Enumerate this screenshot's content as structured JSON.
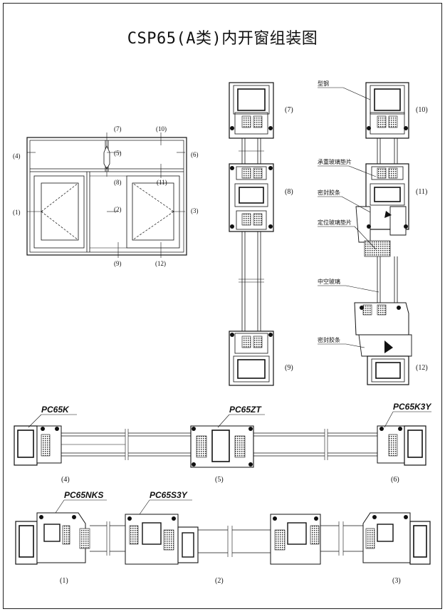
{
  "title": "CSP65(A类)内开窗组装图",
  "window_labels": {
    "l1": "(1)",
    "l2": "(2)",
    "l3": "(3)",
    "l4": "(4)",
    "l5": "(5)",
    "l6": "(6)",
    "l7": "(7)",
    "l8": "(8)",
    "l9": "(9)",
    "l10": "(10)",
    "l11": "(11)",
    "l12": "(12)"
  },
  "vertical_section_labels": {
    "l7": "(7)",
    "l8": "(8)",
    "l9": "(9)",
    "l10": "(10)",
    "l11": "(11)",
    "l12": "(12)"
  },
  "callouts": {
    "steel": "型钢",
    "load_pad": "承重玻璃垫片",
    "seal_strip_top": "密封胶条",
    "position_pad": "定位玻璃垫片",
    "insulated_glass": "中空玻璃",
    "seal_strip_bottom": "密封胶条"
  },
  "models": {
    "m1": "PC65K",
    "m2": "PC65ZT",
    "m3": "PC65K3Y",
    "m4": "PC65NKS",
    "m5": "PC65S3Y"
  },
  "row1_labels": {
    "l4": "(4)",
    "l5": "(5)",
    "l6": "(6)"
  },
  "row2_labels": {
    "l1": "(1)",
    "l2": "(2)",
    "l3": "(3)"
  },
  "colors": {
    "line": "#111111",
    "hatch": "#555555"
  }
}
